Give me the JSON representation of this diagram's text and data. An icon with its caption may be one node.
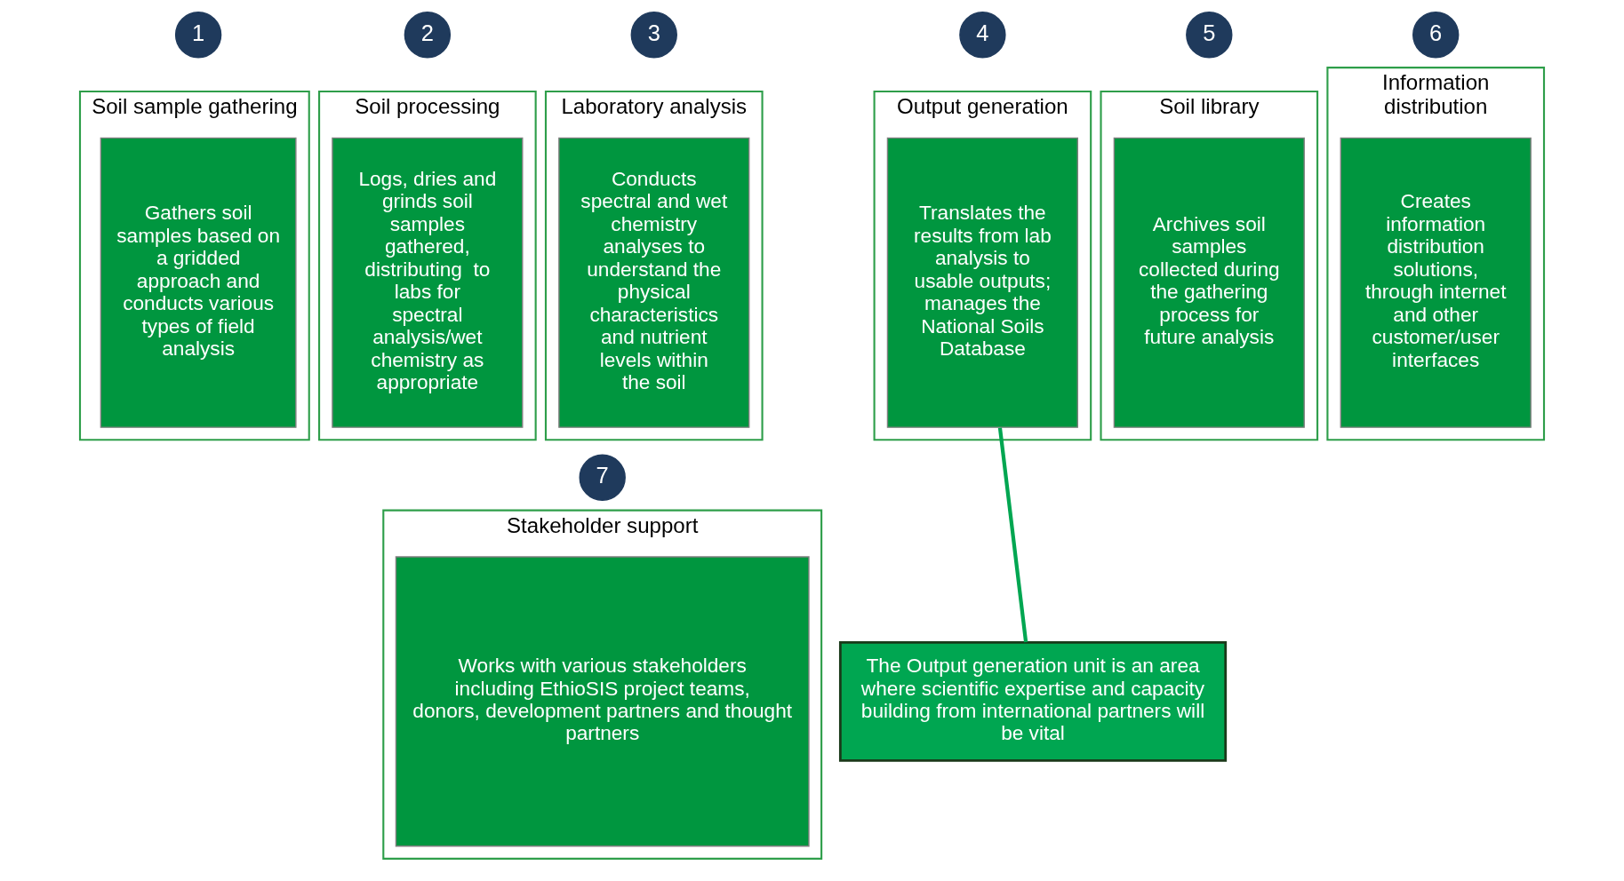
{
  "diagram": {
    "nodes": [
      {
        "text": [
          "1"
        ]
      },
      {
        "text": [
          "Soil sample gathering"
        ]
      },
      {
        "text": [
          "Gathers soil samples based on a gridded approach and conducts various types of field analysis"
        ],
        "in": 1
      },
      {
        "text": [
          "2"
        ]
      },
      {
        "text": [
          "Soil processing"
        ]
      },
      {
        "text": [
          "Logs, dries and grinds soil samples gathered, distributing  to labs for spectral analysis/wet chemistry as appropriate"
        ],
        "in": 4
      },
      {
        "text": [
          "3"
        ]
      },
      {
        "text": [
          "Laboratory analysis"
        ]
      },
      {
        "text": [
          "Conducts spectral and wet chemistry analyses to understand the physical characteristics and nutrient levels within the soil"
        ],
        "in": 7
      },
      {
        "text": [
          "4"
        ]
      },
      {
        "text": [
          "Output generation"
        ]
      },
      {
        "text": [
          "Translates the results from lab analysis to usable outputs; manages the National Soils Database"
        ],
        "in": 10
      },
      {
        "text": [
          "5"
        ]
      },
      {
        "text": [
          "Soil library"
        ]
      },
      {
        "text": [
          "Archives soil samples collected during the gathering process for future analysis"
        ],
        "in": 13
      },
      {
        "text": [
          "6"
        ]
      },
      {
        "text": [
          "Information distribution"
        ]
      },
      {
        "text": [
          "Creates information distribution solutions, through internet and other customer/user interfaces"
        ],
        "in": 16
      },
      {
        "text": [
          "7"
        ]
      },
      {
        "text": [
          "Stakeholder support"
        ]
      },
      {
        "text": [
          "Works with various stakeholders including EthioSIS project teams, donors, development partners and thought partners"
        ],
        "in": 19
      },
      {
        "text": [
          "The Output generation unit is an area where scientific expertise and capacity building from international partners will be vital"
        ]
      }
    ],
    "edges": [
      {
        "from": 21,
        "to": 11,
        "arrow": "none"
      }
    ]
  }
}
